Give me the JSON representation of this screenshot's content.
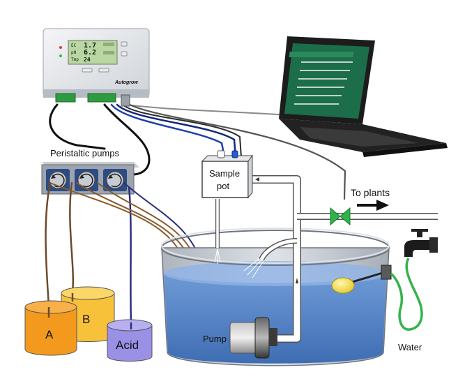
{
  "labels": {
    "peristaltic_pumps": "Peristaltic pumps",
    "sample_pot": "Sample",
    "sample_pot_2": "pot",
    "to_plants": "To plants",
    "pump": "Pump",
    "water": "Water",
    "tank_a": "A",
    "tank_b": "B",
    "tank_acid": "Acid"
  },
  "controller": {
    "brand": "Autogrow",
    "rows": [
      {
        "name": "EC",
        "value": "1.7"
      },
      {
        "name": "pH",
        "value": "6.2"
      },
      {
        "name": "Tmp",
        "value": "24"
      }
    ],
    "screen_colors": {
      "bg": "#b9d6a3",
      "text": "#0d1a0d"
    }
  },
  "colors": {
    "tank_a": "#f39a1e",
    "tank_b": "#f7c23a",
    "tank_acid": "#9a90e6",
    "water": "#4f7fc4",
    "reservoir": "#c9ced6",
    "valve": "#2fb24a",
    "hose": "#34b34a",
    "float": "#f5e04a"
  },
  "icons": [
    "laptop-icon",
    "faucet-icon",
    "valve-icon",
    "float-switch-icon",
    "pump-icon",
    "arrow-right-icon"
  ]
}
